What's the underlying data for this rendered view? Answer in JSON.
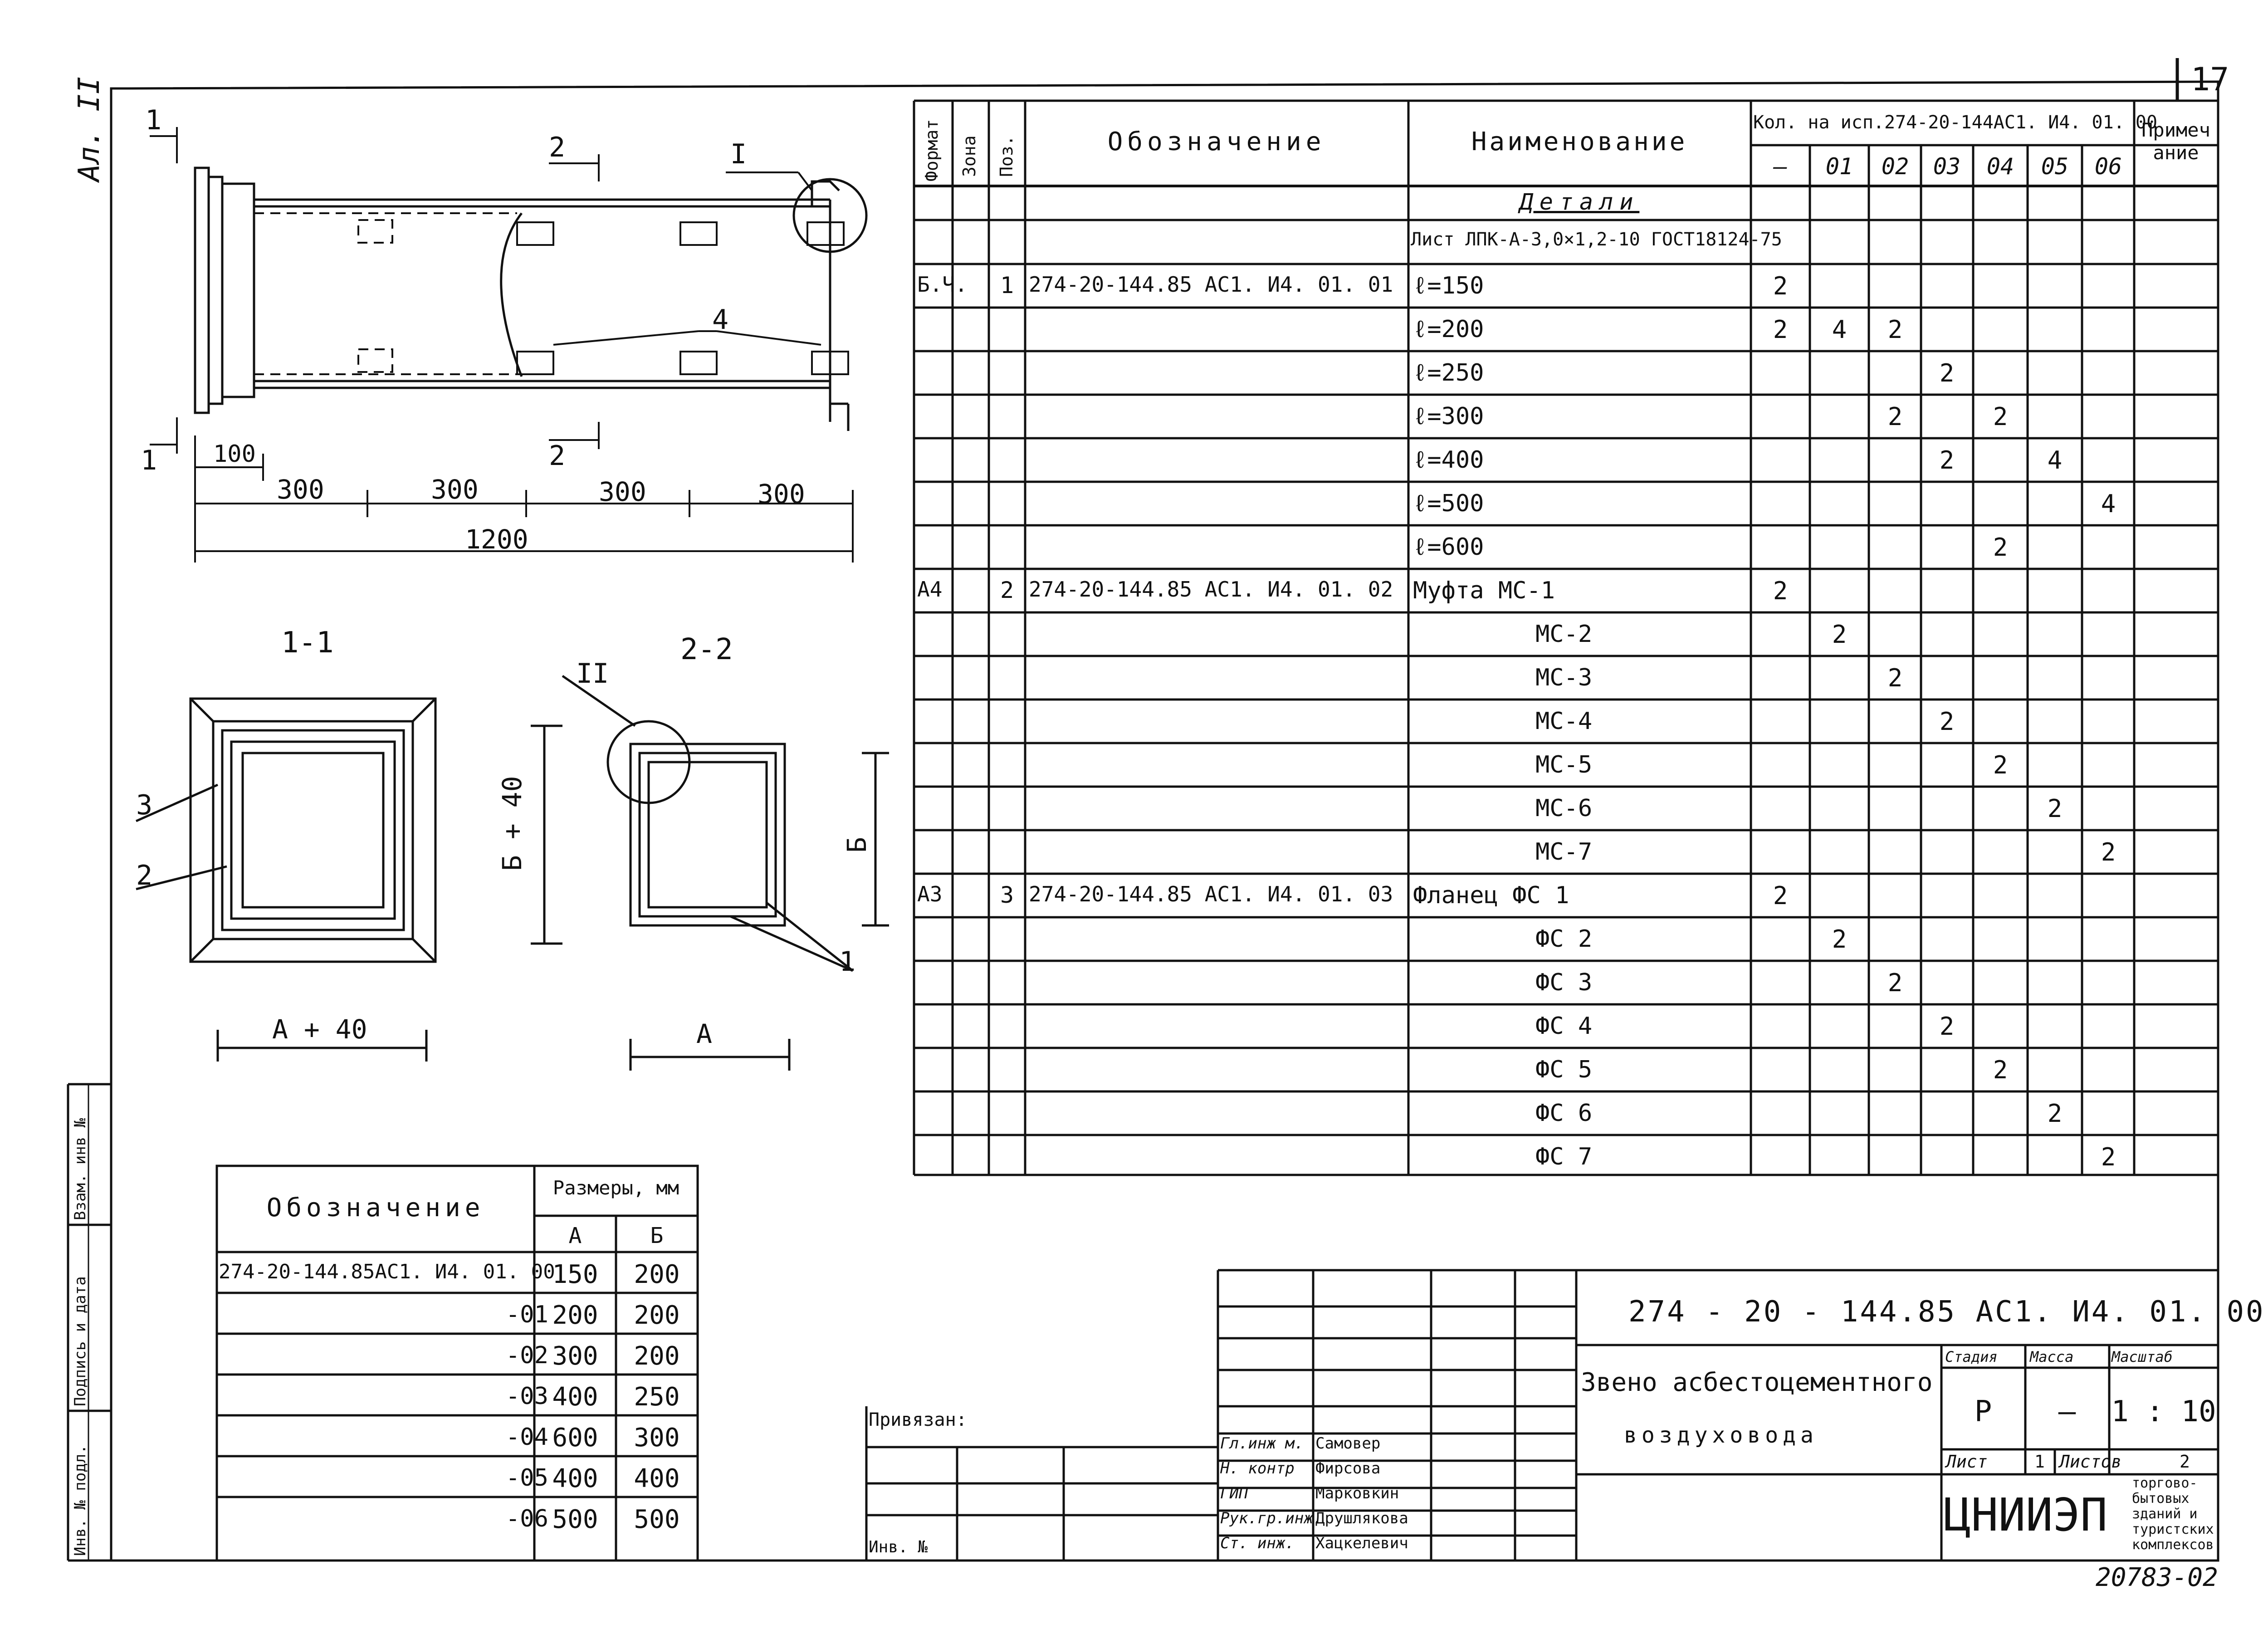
{
  "sheet": {
    "page_number": "17",
    "side_label": "Ал. II",
    "stamp_number": "20783-02"
  },
  "drawing": {
    "section_1": "1",
    "section_2": "2",
    "node_1": "I",
    "node_2": "II",
    "pos_1": "1",
    "pos_2": "2",
    "pos_3": "3",
    "pos_4": "4",
    "dim_100": "100",
    "dim_300": "300",
    "dim_1200": "1200",
    "view_1_1": "1-1",
    "view_2_2": "2-2",
    "dim_a40": "А + 40",
    "dim_b40": "Б + 40",
    "dim_a": "А",
    "dim_b": "Б"
  },
  "spec": {
    "headers": {
      "format": "Формат",
      "zone": "Зона",
      "pos": "Поз.",
      "designation": "Обозначение",
      "name": "Наименование",
      "qty": "Кол. на исп.274-20-144АС1. И4. 01. 00",
      "note": "Примечание"
    },
    "variants": [
      "–",
      "01",
      "02",
      "03",
      "04",
      "05",
      "06"
    ],
    "section_title": "Детали",
    "material": "Лист ЛПК-А-3,0×1,2-10 ГОСТ18124-75",
    "rows": [
      {
        "format": "Б.Ч.",
        "pos": "1",
        "designation": "274-20-144.85 АС1. И4. 01. 01",
        "name": "ℓ=150",
        "q": [
          "2",
          "",
          "",
          "",
          "",
          "",
          ""
        ]
      },
      {
        "format": "",
        "pos": "",
        "designation": "",
        "name": "ℓ=200",
        "q": [
          "2",
          "4",
          "2",
          "",
          "",
          "",
          ""
        ]
      },
      {
        "format": "",
        "pos": "",
        "designation": "",
        "name": "ℓ=250",
        "q": [
          "",
          "",
          "",
          "2",
          "",
          "",
          ""
        ]
      },
      {
        "format": "",
        "pos": "",
        "designation": "",
        "name": "ℓ=300",
        "q": [
          "",
          "",
          "2",
          "",
          "2",
          "",
          ""
        ]
      },
      {
        "format": "",
        "pos": "",
        "designation": "",
        "name": "ℓ=400",
        "q": [
          "",
          "",
          "",
          "2",
          "",
          "4",
          ""
        ]
      },
      {
        "format": "",
        "pos": "",
        "designation": "",
        "name": "ℓ=500",
        "q": [
          "",
          "",
          "",
          "",
          "",
          "",
          "4"
        ]
      },
      {
        "format": "",
        "pos": "",
        "designation": "",
        "name": "ℓ=600",
        "q": [
          "",
          "",
          "",
          "",
          "2",
          "",
          ""
        ]
      },
      {
        "format": "А4",
        "pos": "2",
        "designation": "274-20-144.85 АС1. И4. 01. 02",
        "name": "Муфта  МС-1",
        "q": [
          "2",
          "",
          "",
          "",
          "",
          "",
          ""
        ]
      },
      {
        "format": "",
        "pos": "",
        "designation": "",
        "name": "МС-2",
        "q": [
          "",
          "2",
          "",
          "",
          "",
          "",
          ""
        ]
      },
      {
        "format": "",
        "pos": "",
        "designation": "",
        "name": "МС-3",
        "q": [
          "",
          "",
          "2",
          "",
          "",
          "",
          ""
        ]
      },
      {
        "format": "",
        "pos": "",
        "designation": "",
        "name": "МС-4",
        "q": [
          "",
          "",
          "",
          "2",
          "",
          "",
          ""
        ]
      },
      {
        "format": "",
        "pos": "",
        "designation": "",
        "name": "МС-5",
        "q": [
          "",
          "",
          "",
          "",
          "2",
          "",
          ""
        ]
      },
      {
        "format": "",
        "pos": "",
        "designation": "",
        "name": "МС-6",
        "q": [
          "",
          "",
          "",
          "",
          "",
          "2",
          ""
        ]
      },
      {
        "format": "",
        "pos": "",
        "designation": "",
        "name": "МС-7",
        "q": [
          "",
          "",
          "",
          "",
          "",
          "",
          "2"
        ]
      },
      {
        "format": "А3",
        "pos": "3",
        "designation": "274-20-144.85 АС1. И4. 01. 03",
        "name": "Фланец  ФС 1",
        "q": [
          "2",
          "",
          "",
          "",
          "",
          "",
          ""
        ]
      },
      {
        "format": "",
        "pos": "",
        "designation": "",
        "name": "ФС 2",
        "q": [
          "",
          "2",
          "",
          "",
          "",
          "",
          ""
        ]
      },
      {
        "format": "",
        "pos": "",
        "designation": "",
        "name": "ФС 3",
        "q": [
          "",
          "",
          "2",
          "",
          "",
          "",
          ""
        ]
      },
      {
        "format": "",
        "pos": "",
        "designation": "",
        "name": "ФС 4",
        "q": [
          "",
          "",
          "",
          "2",
          "",
          "",
          ""
        ]
      },
      {
        "format": "",
        "pos": "",
        "designation": "",
        "name": "ФС 5",
        "q": [
          "",
          "",
          "",
          "",
          "2",
          "",
          ""
        ]
      },
      {
        "format": "",
        "pos": "",
        "designation": "",
        "name": "ФС 6",
        "q": [
          "",
          "",
          "",
          "",
          "",
          "2",
          ""
        ]
      },
      {
        "format": "",
        "pos": "",
        "designation": "",
        "name": "ФС 7",
        "q": [
          "",
          "",
          "",
          "",
          "",
          "",
          "2"
        ]
      }
    ]
  },
  "sizes": {
    "title_designation": "Обозначение",
    "title_sizes": "Размеры, мм",
    "col_a": "А",
    "col_b": "Б",
    "rows": [
      {
        "d": "274-20-144.85АС1. И4. 01. 00",
        "a": "150",
        "b": "200"
      },
      {
        "d": "-01",
        "a": "200",
        "b": "200"
      },
      {
        "d": "-02",
        "a": "300",
        "b": "200"
      },
      {
        "d": "-03",
        "a": "400",
        "b": "250"
      },
      {
        "d": "-04",
        "a": "600",
        "b": "300"
      },
      {
        "d": "-05",
        "a": "400",
        "b": "400"
      },
      {
        "d": "-06",
        "a": "500",
        "b": "500"
      }
    ]
  },
  "left_strip": {
    "inv_podl": "Инв. № подл.",
    "podp_data": "Подпись и дата",
    "vzam": "Взам. инв №"
  },
  "title_block": {
    "doc_code": "274 - 20 - 144.85  АС1. И4. 01. 00",
    "name_line1": "Звено асбестоцементного",
    "name_line2": "воздуховода",
    "stadia_label": "Стадия",
    "massa_label": "Масса",
    "masshtab_label": "Масштаб",
    "stadia": "Р",
    "massa": "–",
    "masshtab": "1 : 10",
    "list_label": "Лист",
    "list_value": "1",
    "listov_label": "Листов",
    "listov_value": "2",
    "org": "ЦНИИЭП",
    "org_sub": [
      "торгово-",
      "бытовых",
      "зданий и",
      "туристских",
      "комплексов"
    ],
    "privyazan": "Привязан:",
    "inv_no": "Инв. №",
    "roles": [
      {
        "role": "Гл.инж м.",
        "name": "Самовер"
      },
      {
        "role": "Н. контр",
        "name": "Фирсова"
      },
      {
        "role": "ГИП",
        "name": "Марковкин"
      },
      {
        "role": "Рук.гр.инж.",
        "name": "Друшлякова"
      },
      {
        "role": "Ст. инж.",
        "name": "Хацкелевич"
      }
    ]
  }
}
